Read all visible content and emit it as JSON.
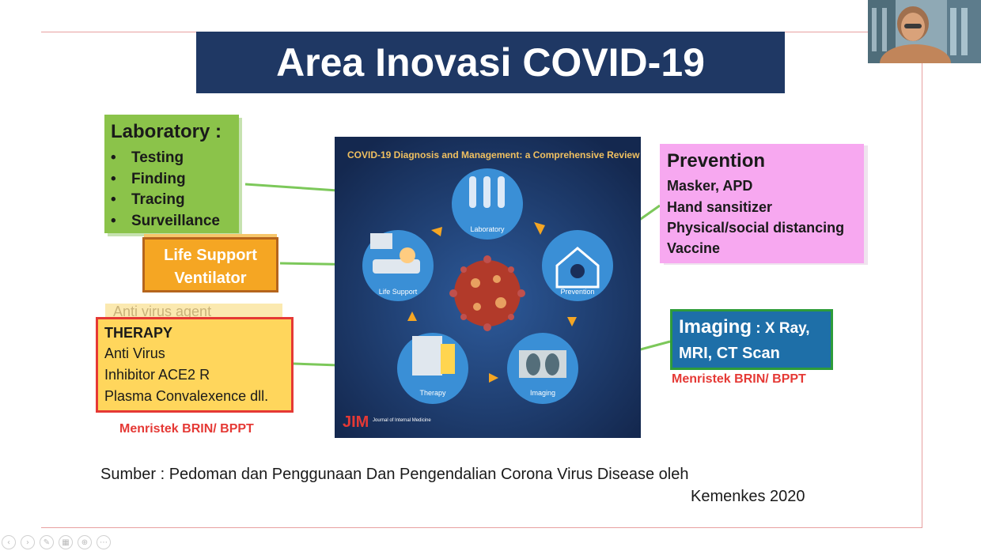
{
  "slide": {
    "title": "Area Inovasi COVID-19",
    "laboratory": {
      "title": "Laboratory :",
      "items": [
        "Testing",
        "Finding",
        "Tracing",
        "Surveillance"
      ]
    },
    "life_support": {
      "line1": "Life Support",
      "line2": "Ventilator"
    },
    "anti_virus_ghost": "Anti virus agent",
    "therapy": {
      "title": "THERAPY",
      "lines": [
        "Anti Virus",
        "Inhibitor ACE2 R",
        "Plasma Convalexence dll."
      ]
    },
    "therapy_credit": "Menristek BRIN/ BPPT",
    "center_image": {
      "header": "COVID-19 Diagnosis and Management: a Comprehensive Review",
      "labels": [
        "Laboratory",
        "Prevention",
        "Imaging",
        "Therapy",
        "Life Support"
      ],
      "journal_logo": "JIM",
      "journal_name": "Journal of Internal Medicine"
    },
    "prevention": {
      "title": "Prevention",
      "lines": [
        "Masker, APD",
        "Hand sansitizer",
        "Physical/social distancing",
        "Vaccine"
      ]
    },
    "imaging": {
      "title": "Imaging",
      "rest": " : X Ray,",
      "line2": "MRI, CT Scan"
    },
    "imaging_credit": "Menristek BRIN/ BPPT",
    "source_line1": "Sumber : Pedoman dan Penggunaan Dan Pengendalian Corona Virus Disease oleh",
    "source_line2": "Kemenkes  2020"
  },
  "colors": {
    "title_bg": "#1f3864",
    "lab_green": "#8bc34a",
    "life_orange": "#f5a623",
    "therapy_yellow": "#ffd65c",
    "therapy_border": "#e53935",
    "prevention_pink": "#f7a8f0",
    "imaging_blue": "#1e6fa8",
    "connector_green": "#7cc85a"
  },
  "toolbar": {
    "icons": [
      "prev-slide-icon",
      "next-slide-icon",
      "pen-icon",
      "slides-grid-icon",
      "zoom-icon",
      "more-icon"
    ],
    "glyphs": [
      "‹",
      "›",
      "✎",
      "▦",
      "⊕",
      "⋯"
    ]
  }
}
